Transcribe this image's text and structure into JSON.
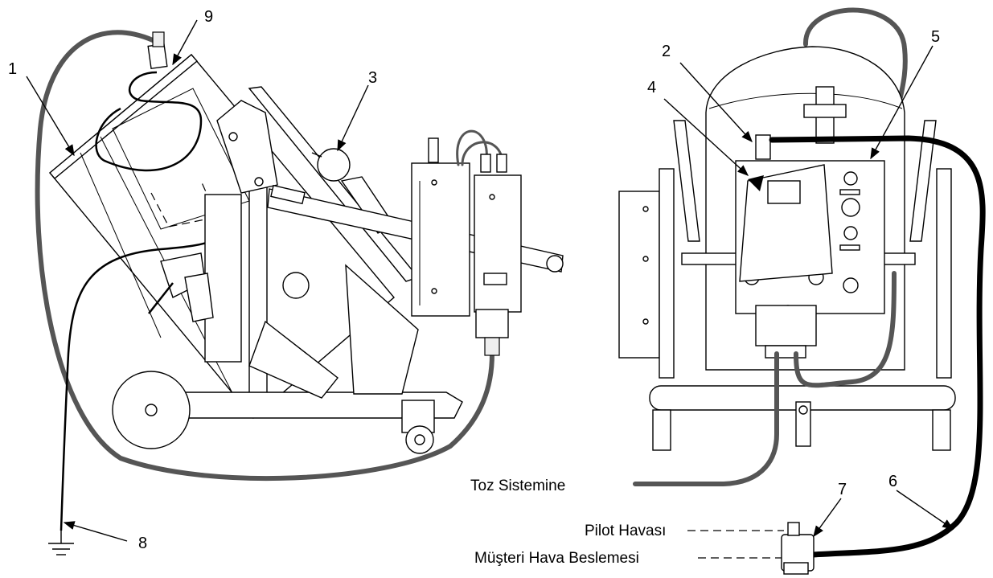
{
  "callouts": [
    "1",
    "2",
    "3",
    "4",
    "5",
    "6",
    "7",
    "8",
    "9"
  ],
  "labels": {
    "to_powder_system": "Toz Sistemine",
    "pilot_air": "Pilot Havası",
    "customer_air_supply": "Müşteri Hava Beslemesi"
  }
}
